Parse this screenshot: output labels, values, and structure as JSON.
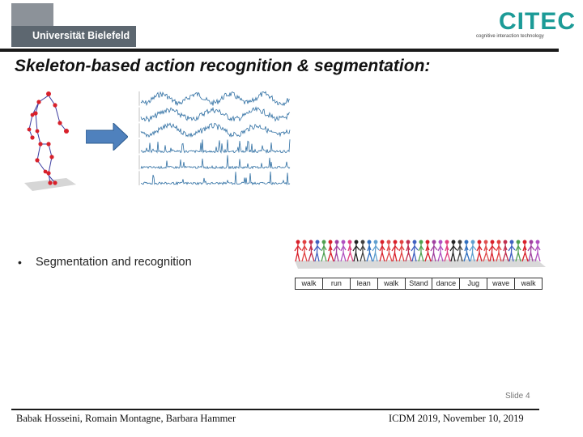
{
  "logos": {
    "university": "Universität Bielefeld",
    "citec_word": "CITEC",
    "citec_tagline": "cognitive interaction technology"
  },
  "title": "Skeleton-based action recognition & segmentation:",
  "bullet": {
    "marker": "•",
    "text": "Segmentation and recognition"
  },
  "segments": [
    "walk",
    "run",
    "lean",
    "walk",
    "Stand",
    "dance",
    "Jug",
    "wave",
    "walk"
  ],
  "slide_number": "Slide 4",
  "footer": {
    "authors": "Babak Hosseini, Romain Montagne, Barbara Hammer",
    "venue": "ICDM 2019, November 10, 2019"
  },
  "colors": {
    "signal_blue": "#2f6fa3",
    "skeleton_red": "#d8202a",
    "skeleton_blue": "#3c3ca0",
    "arrow_fill": "#4f81bd",
    "citec_teal": "#1c9b97"
  }
}
